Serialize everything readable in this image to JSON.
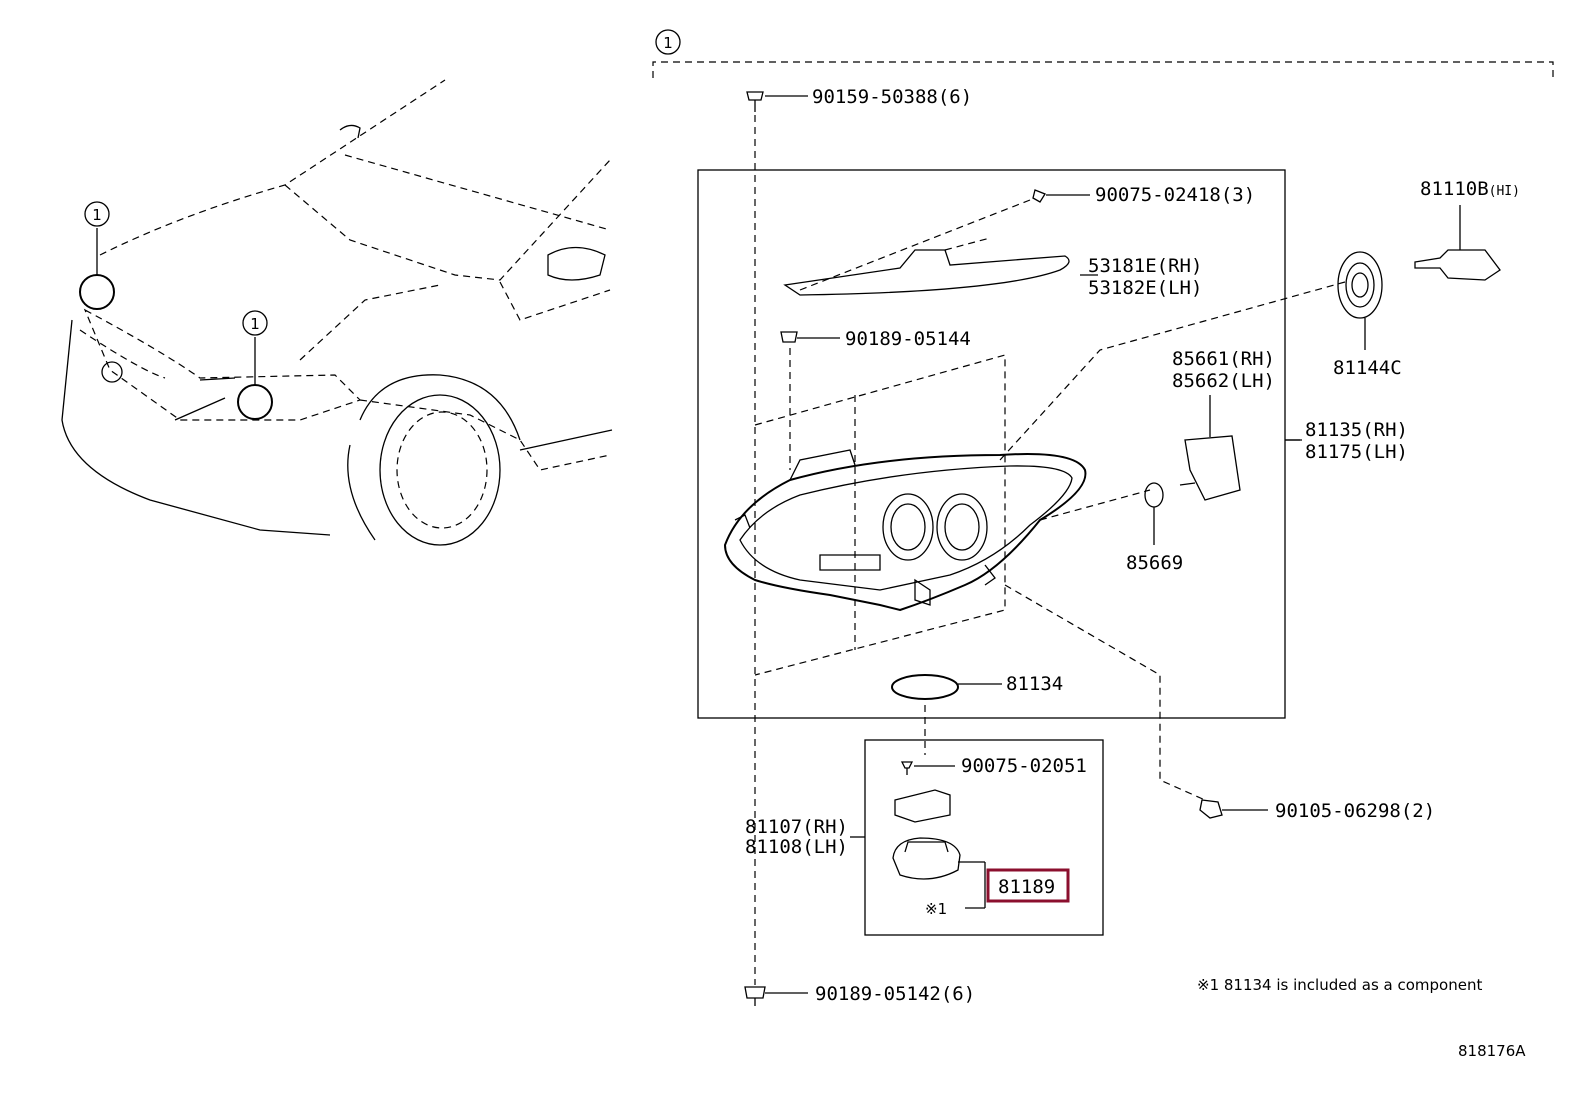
{
  "callout_index": "1",
  "parts": {
    "bolt_top": "90159-50388(6)",
    "screw_cover": "90075-02418(3)",
    "cover_rh": "53181E(RH)",
    "cover_lh": "53182E(LH)",
    "screw_housing": "90189-05144",
    "leveling_motor_rh": "85661(RH)",
    "leveling_motor_lh": "85662(LH)",
    "headlamp_unit_rh": "81135(RH)",
    "headlamp_unit_lh": "81175(LH)",
    "bulb": "81110B",
    "bulb_suffix": "(HI)",
    "socket_cover": "81144C",
    "o_ring": "85669",
    "gasket": "81134",
    "screw_ballast": "90075-02051",
    "clip_side": "90105-06298(2)",
    "computer_rh": "81107(RH)",
    "computer_lh": "81108(LH)",
    "selected_part": "81189",
    "note_ref": "※1",
    "bolt_bottom": "90189-05142(6)"
  },
  "footnote": "※1 81134 is included as a component",
  "diagram_id": "818176A"
}
